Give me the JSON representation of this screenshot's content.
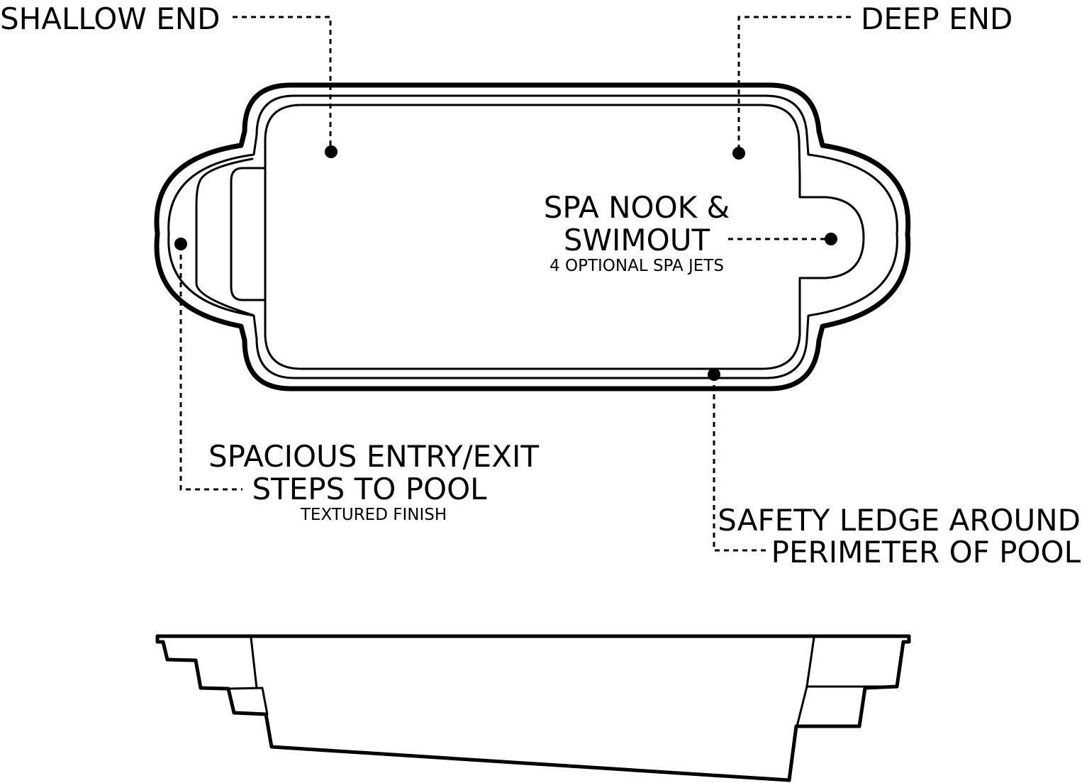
{
  "labels": {
    "shallow_end": "SHALLOW END",
    "deep_end": "DEEP END",
    "spa_line1": "SPA NOOK &",
    "spa_line2": "SWIMOUT",
    "spa_sub": "4 OPTIONAL SPA JETS",
    "steps_line1": "SPACIOUS ENTRY/EXIT",
    "steps_line2": "STEPS TO POOL",
    "steps_sub": "TEXTURED FINISH",
    "ledge_line1": "SAFETY LEDGE AROUND",
    "ledge_line2": "PERIMETER OF POOL"
  },
  "colors": {
    "line": "#000000",
    "background": "#ffffff"
  }
}
